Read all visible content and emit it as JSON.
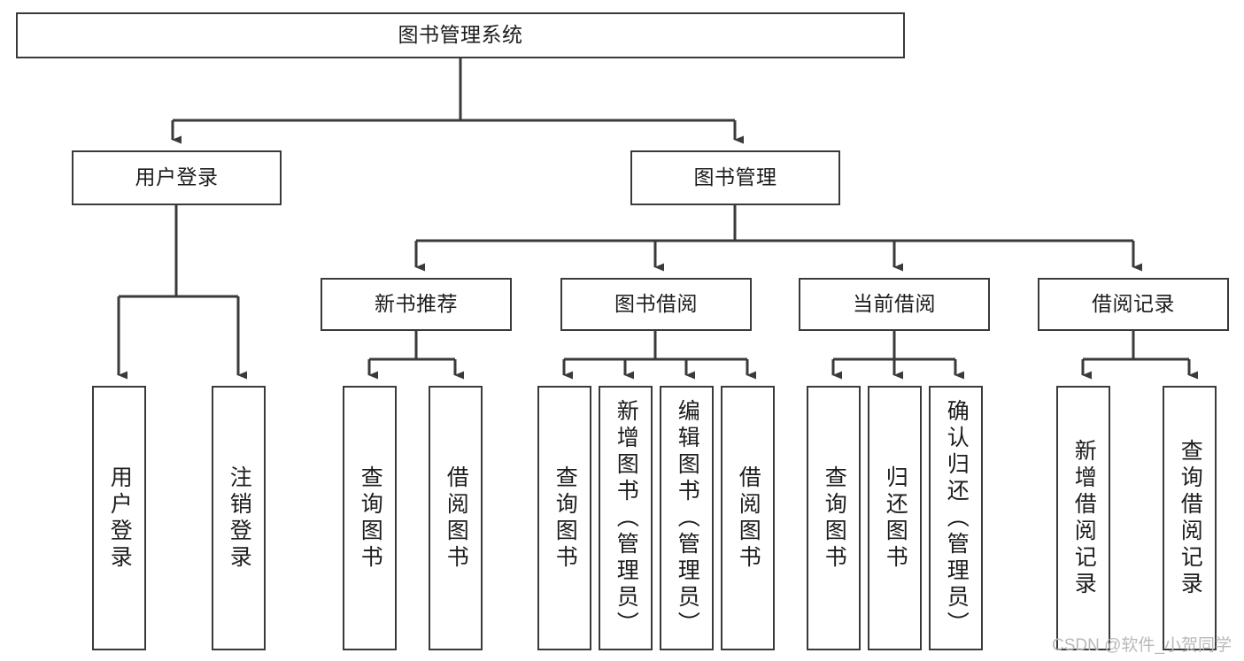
{
  "diagram": {
    "type": "tree",
    "title": "图书管理系统",
    "orientation": "top-down",
    "colors": {
      "box_border": "#3a3a3a",
      "box_fill": "#ffffff",
      "edge": "#3a3a3a",
      "text": "#1c1c1c",
      "watermark": "#b9b9b9",
      "background": "#ffffff"
    },
    "nodes": {
      "root": {
        "label": "图书管理系统"
      },
      "level2": [
        {
          "id": "user-login",
          "label": "用户登录"
        },
        {
          "id": "book-manage",
          "label": "图书管理"
        }
      ],
      "level3": [
        {
          "id": "new-book-recommend",
          "label": "新书推荐"
        },
        {
          "id": "book-borrow",
          "label": "图书借阅"
        },
        {
          "id": "current-borrow",
          "label": "当前借阅"
        },
        {
          "id": "borrow-record",
          "label": "借阅记录"
        }
      ],
      "leaves": {
        "user-login": [
          {
            "id": "leaf-user-login",
            "label": "用户登录"
          },
          {
            "id": "leaf-logout",
            "label": "注销登录"
          }
        ],
        "new-book-recommend": [
          {
            "id": "leaf-query-book-1",
            "label": "查询图书"
          },
          {
            "id": "leaf-borrow-book-1",
            "label": "借阅图书"
          }
        ],
        "book-borrow": [
          {
            "id": "leaf-query-book-2",
            "label": "查询图书"
          },
          {
            "id": "leaf-add-book",
            "label": "新增图书（管理员）"
          },
          {
            "id": "leaf-edit-book",
            "label": "编辑图书（管理员）"
          },
          {
            "id": "leaf-borrow-book-2",
            "label": "借阅图书"
          }
        ],
        "current-borrow": [
          {
            "id": "leaf-query-book-3",
            "label": "查询图书"
          },
          {
            "id": "leaf-return-book",
            "label": "归还图书"
          },
          {
            "id": "leaf-confirm-return",
            "label": "确认归还（管理员）"
          }
        ],
        "borrow-record": [
          {
            "id": "leaf-add-record",
            "label": "新增借阅记录"
          },
          {
            "id": "leaf-query-record",
            "label": "查询借阅记录"
          }
        ]
      }
    },
    "watermark": "CSDN @软件_小贺同学"
  }
}
